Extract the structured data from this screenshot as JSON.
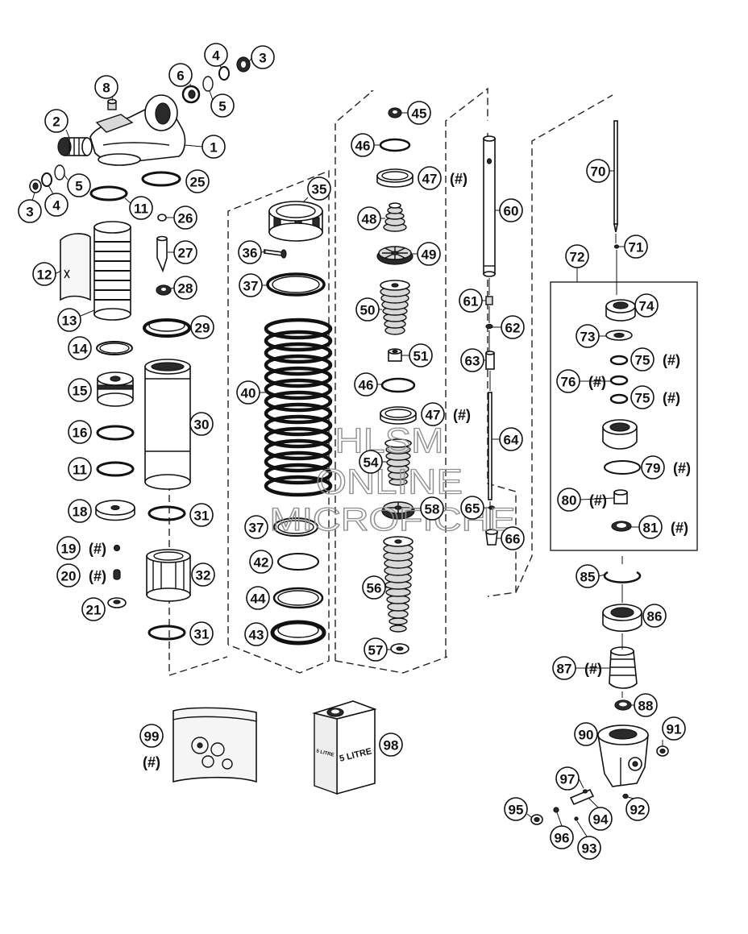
{
  "diagram": {
    "watermark": {
      "line1": "HLSM",
      "line2": "ONLINE",
      "line3": "MICROFICHE"
    },
    "can_label": "5 LITRE",
    "callouts": [
      {
        "num": "8"
      },
      {
        "num": "6"
      },
      {
        "num": "4"
      },
      {
        "num": "3"
      },
      {
        "num": "5"
      },
      {
        "num": "2"
      },
      {
        "num": "1"
      },
      {
        "num": "25"
      },
      {
        "num": "5"
      },
      {
        "num": "3"
      },
      {
        "num": "4"
      },
      {
        "num": "11"
      },
      {
        "num": "26"
      },
      {
        "num": "27"
      },
      {
        "num": "12"
      },
      {
        "num": "28"
      },
      {
        "num": "13"
      },
      {
        "num": "29"
      },
      {
        "num": "14"
      },
      {
        "num": "15"
      },
      {
        "num": "30"
      },
      {
        "num": "16"
      },
      {
        "num": "11"
      },
      {
        "num": "18"
      },
      {
        "num": "31"
      },
      {
        "num": "19",
        "note": "(#)"
      },
      {
        "num": "20",
        "note": "(#)"
      },
      {
        "num": "32"
      },
      {
        "num": "21"
      },
      {
        "num": "31"
      },
      {
        "num": "35"
      },
      {
        "num": "36"
      },
      {
        "num": "37"
      },
      {
        "num": "40"
      },
      {
        "num": "37"
      },
      {
        "num": "42"
      },
      {
        "num": "44"
      },
      {
        "num": "43"
      },
      {
        "num": "45"
      },
      {
        "num": "46"
      },
      {
        "num": "47",
        "note": "(#)"
      },
      {
        "num": "48"
      },
      {
        "num": "49"
      },
      {
        "num": "50"
      },
      {
        "num": "51"
      },
      {
        "num": "46"
      },
      {
        "num": "47",
        "note": "(#)"
      },
      {
        "num": "54"
      },
      {
        "num": "58"
      },
      {
        "num": "56"
      },
      {
        "num": "57"
      },
      {
        "num": "60"
      },
      {
        "num": "61"
      },
      {
        "num": "62"
      },
      {
        "num": "63"
      },
      {
        "num": "64"
      },
      {
        "num": "65"
      },
      {
        "num": "66"
      },
      {
        "num": "70"
      },
      {
        "num": "71"
      },
      {
        "num": "72"
      },
      {
        "num": "74"
      },
      {
        "num": "73"
      },
      {
        "num": "75",
        "note": "(#)"
      },
      {
        "num": "76",
        "note": "(#)"
      },
      {
        "num": "75",
        "note": "(#)"
      },
      {
        "num": "79",
        "note": "(#)"
      },
      {
        "num": "80",
        "note": "(#)"
      },
      {
        "num": "81",
        "note": "(#)"
      },
      {
        "num": "85"
      },
      {
        "num": "86"
      },
      {
        "num": "87",
        "note": "(#)"
      },
      {
        "num": "88"
      },
      {
        "num": "90"
      },
      {
        "num": "91"
      },
      {
        "num": "97"
      },
      {
        "num": "92"
      },
      {
        "num": "95"
      },
      {
        "num": "94"
      },
      {
        "num": "96"
      },
      {
        "num": "93"
      },
      {
        "num": "99",
        "note": "(#)"
      },
      {
        "num": "98"
      }
    ]
  }
}
